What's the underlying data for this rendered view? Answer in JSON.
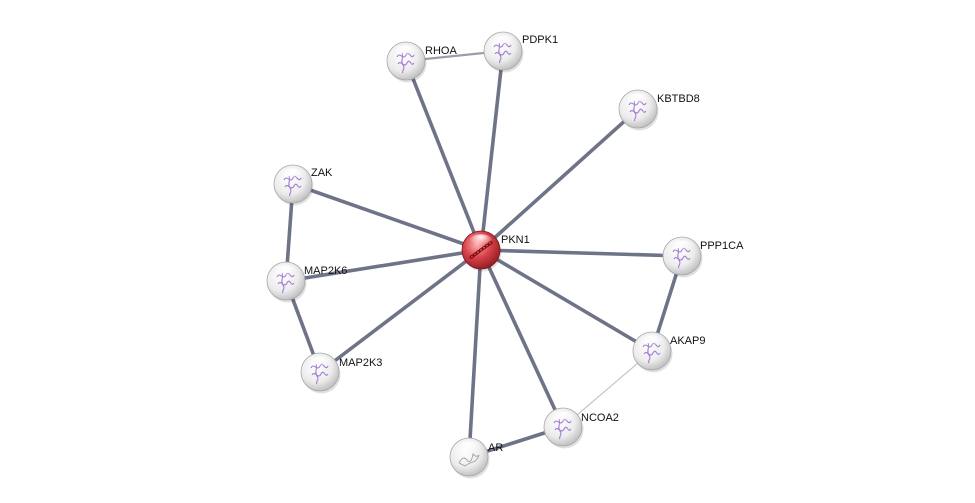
{
  "network": {
    "center": "PKN1",
    "nodes": [
      {
        "id": "PKN1",
        "query": true,
        "structure": "helix-icon"
      },
      {
        "id": "RHOA",
        "query": false,
        "structure": "protein-structure-icon"
      },
      {
        "id": "PDPK1",
        "query": false,
        "structure": "protein-structure-icon"
      },
      {
        "id": "KBTBD8",
        "query": false,
        "structure": "protein-structure-icon"
      },
      {
        "id": "ZAK",
        "query": false,
        "structure": "protein-structure-icon"
      },
      {
        "id": "MAP2K6",
        "query": false,
        "structure": "protein-structure-icon"
      },
      {
        "id": "MAP2K3",
        "query": false,
        "structure": "protein-structure-icon"
      },
      {
        "id": "PPP1CA",
        "query": false,
        "structure": "protein-structure-icon"
      },
      {
        "id": "AKAP9",
        "query": false,
        "structure": "protein-structure-icon"
      },
      {
        "id": "NCOA2",
        "query": false,
        "structure": "protein-structure-icon"
      },
      {
        "id": "AR",
        "query": false,
        "structure": "outline-structure-icon"
      }
    ],
    "edges": [
      {
        "source": "PKN1",
        "target": "RHOA",
        "strength": "strong"
      },
      {
        "source": "PKN1",
        "target": "PDPK1",
        "strength": "strong"
      },
      {
        "source": "PKN1",
        "target": "KBTBD8",
        "strength": "strong"
      },
      {
        "source": "PKN1",
        "target": "ZAK",
        "strength": "strong"
      },
      {
        "source": "PKN1",
        "target": "MAP2K6",
        "strength": "strong"
      },
      {
        "source": "PKN1",
        "target": "MAP2K3",
        "strength": "strong"
      },
      {
        "source": "PKN1",
        "target": "PPP1CA",
        "strength": "strong"
      },
      {
        "source": "PKN1",
        "target": "AKAP9",
        "strength": "strong"
      },
      {
        "source": "PKN1",
        "target": "NCOA2",
        "strength": "strong"
      },
      {
        "source": "PKN1",
        "target": "AR",
        "strength": "strong"
      },
      {
        "source": "RHOA",
        "target": "PDPK1",
        "strength": "medium"
      },
      {
        "source": "ZAK",
        "target": "MAP2K6",
        "strength": "strong"
      },
      {
        "source": "MAP2K6",
        "target": "MAP2K3",
        "strength": "strong"
      },
      {
        "source": "PPP1CA",
        "target": "AKAP9",
        "strength": "strong"
      },
      {
        "source": "AKAP9",
        "target": "NCOA2",
        "strength": "weak"
      },
      {
        "source": "NCOA2",
        "target": "AR",
        "strength": "strong"
      }
    ],
    "colors": {
      "query_node": "#c8323a",
      "partner_node": "#f2f2f2",
      "edge": "#6e7388",
      "structure_purple": "#9b6fd0"
    }
  }
}
